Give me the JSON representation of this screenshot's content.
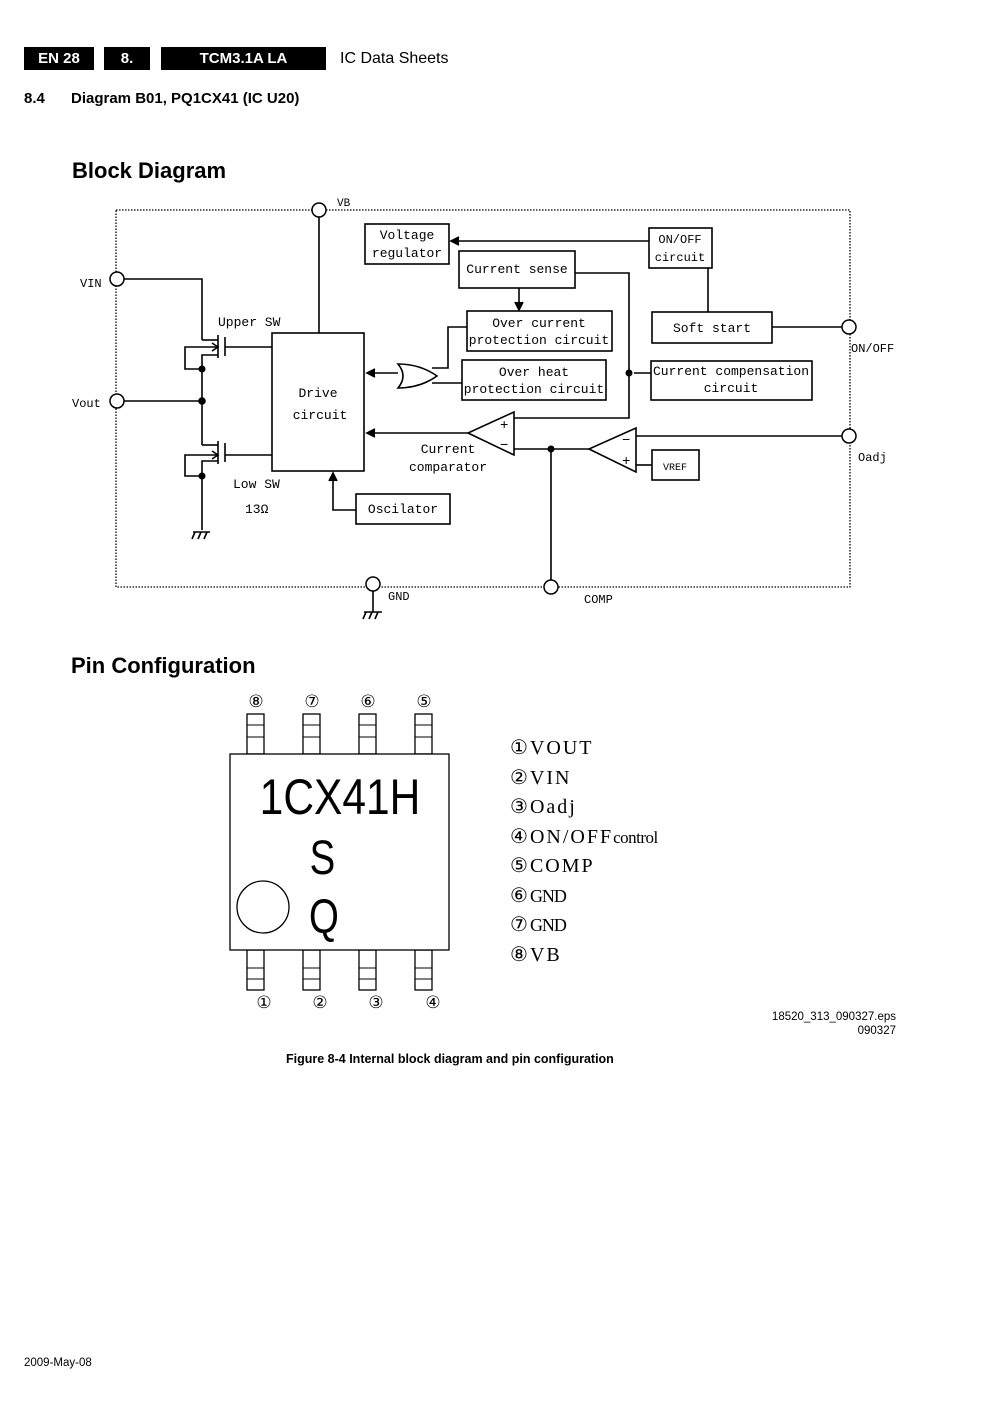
{
  "header": {
    "page_label": "EN 28",
    "chapter": "8.",
    "model": "TCM3.1A LA",
    "section_name": "IC Data Sheets"
  },
  "section": {
    "number": "8.4",
    "title": "Diagram B01, PQ1CX41 (IC U20)"
  },
  "block_diagram": {
    "heading": "Block Diagram",
    "pins": {
      "vb": "VB",
      "vin": "VIN",
      "vout": "Vout",
      "on_off": "ON/OFF",
      "oadj": "Oadj",
      "gnd": "GND",
      "comp": "COMP"
    },
    "blocks": {
      "voltage_regulator": [
        "Voltage",
        "regulator"
      ],
      "on_off_circuit": [
        "ON/OFF",
        "circuit"
      ],
      "current_sense": "Current sense",
      "over_current": [
        "Over current",
        "protection circuit"
      ],
      "over_heat": [
        "Over heat",
        "protection circuit"
      ],
      "soft_start": "Soft start",
      "current_compensation": [
        "Current compensation",
        "circuit"
      ],
      "drive_circuit": [
        "Drive",
        "circuit"
      ],
      "oscillator": "Oscilator",
      "vref": "VREF"
    },
    "labels": {
      "upper_sw": "Upper SW",
      "low_sw": "Low SW",
      "low_sw_resistance": "13Ω",
      "current_comparator": [
        "Current",
        "comparator"
      ],
      "plus": "+",
      "minus": "−"
    }
  },
  "pin_configuration": {
    "heading": "Pin Configuration",
    "marking": [
      "1CX41H",
      "S",
      "Q"
    ],
    "top_pins": [
      "⑧",
      "⑦",
      "⑥",
      "⑤"
    ],
    "bottom_pins": [
      "①",
      "②",
      "③",
      "④"
    ],
    "pin_list": [
      {
        "num": "①",
        "name": "VOUT"
      },
      {
        "num": "②",
        "name": "VIN"
      },
      {
        "num": "③",
        "name": "Oadj"
      },
      {
        "num": "④",
        "name": "ON/OFF",
        "suffix": "control"
      },
      {
        "num": "⑤",
        "name": "COMP"
      },
      {
        "num": "⑥",
        "name": "GND"
      },
      {
        "num": "⑦",
        "name": "GND"
      },
      {
        "num": "⑧",
        "name": "VB"
      }
    ]
  },
  "file_reference": {
    "filename": "18520_313_090327.eps",
    "code": "090327"
  },
  "figure_caption": "Figure 8-4 Internal block diagram and pin configuration",
  "footer_date": "2009-May-08"
}
